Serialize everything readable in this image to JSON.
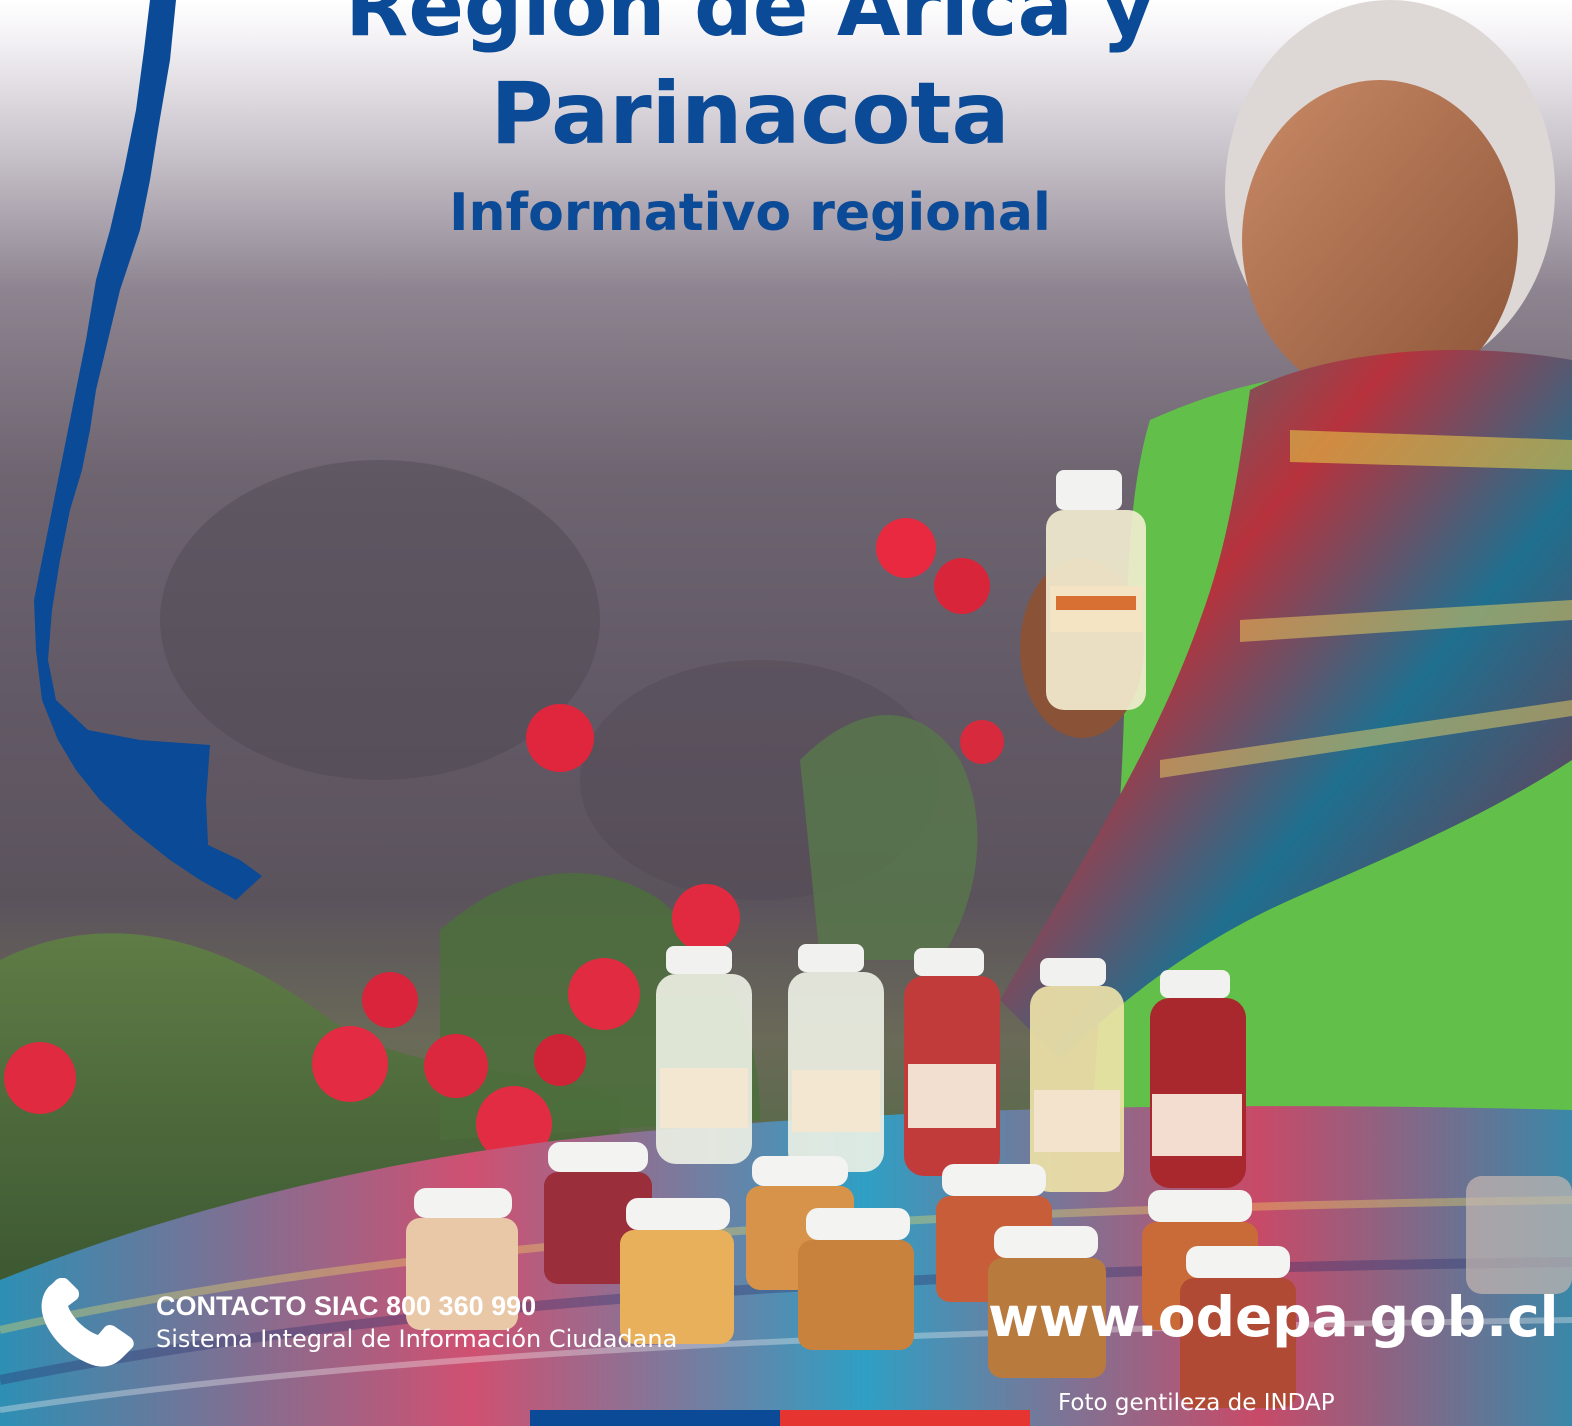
{
  "header": {
    "title_line1": "Región de Arica y",
    "title_line2": "Parinacota",
    "subtitle": "Informativo regional"
  },
  "contact": {
    "icon": "phone-icon",
    "line1": "CONTACTO SIAC 800 360 990",
    "line2": "Sistema Integral de Información Ciudadana"
  },
  "website": "www.odepa.gob.cl",
  "credit": "Foto gentileza de INDAP",
  "colors": {
    "brand_blue": "#0b4a96",
    "flag_red": "#e63431",
    "text_white": "#ffffff"
  }
}
